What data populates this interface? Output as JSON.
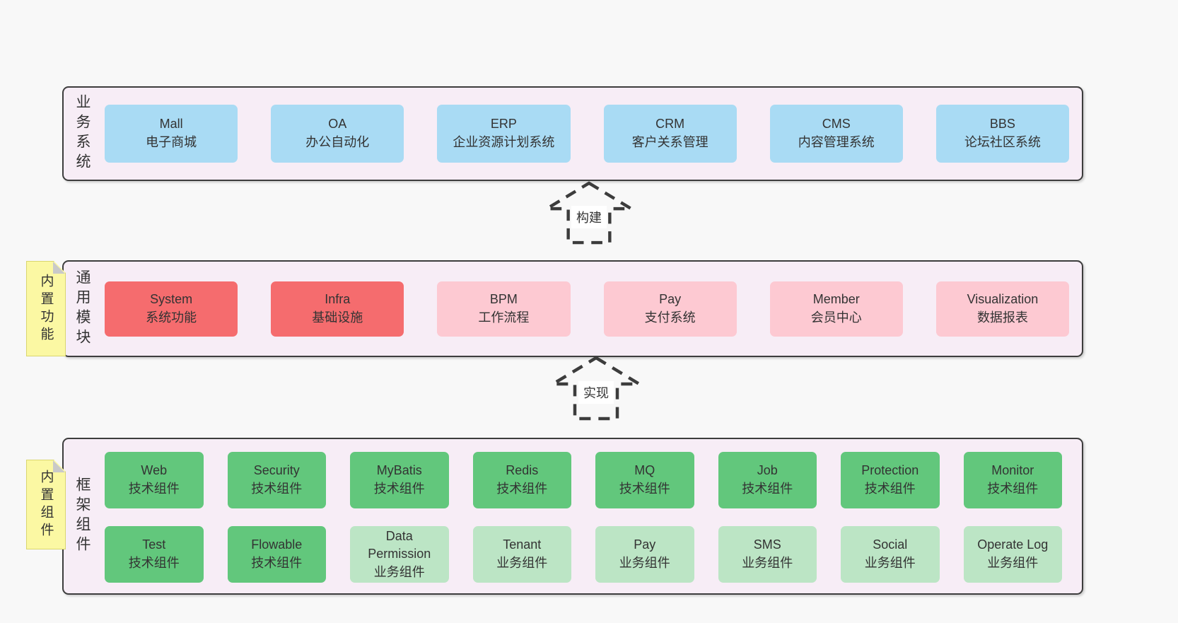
{
  "colors": {
    "page_bg": "#f8f8f8",
    "panel_bg": "#f7edf6",
    "panel_border": "#3d3d3d",
    "box_blue": "#a9dbf4",
    "box_red": "#f56c6e",
    "box_pink": "#fdc9d2",
    "box_green": "#62c77c",
    "box_light_green": "#bce5c5",
    "sticky_bg": "#fbf8a3",
    "sticky_border": "#d9d66f",
    "sticky_fold": "#c9c9c9",
    "arrow_stroke": "#3c3c3c",
    "text": "#333333"
  },
  "arrows": {
    "build": {
      "label": "构建"
    },
    "implement": {
      "label": "实现"
    }
  },
  "sections": {
    "business": {
      "label": "业务系统",
      "boxes": [
        {
          "title": "Mall",
          "subtitle": "电子商城",
          "variant": "blue"
        },
        {
          "title": "OA",
          "subtitle": "办公自动化",
          "variant": "blue"
        },
        {
          "title": "ERP",
          "subtitle": "企业资源计划系统",
          "variant": "blue"
        },
        {
          "title": "CRM",
          "subtitle": "客户关系管理",
          "variant": "blue"
        },
        {
          "title": "CMS",
          "subtitle": "内容管理系统",
          "variant": "blue"
        },
        {
          "title": "BBS",
          "subtitle": "论坛社区系统",
          "variant": "blue"
        }
      ]
    },
    "modules": {
      "label": "通用模块",
      "sticky": "内置功能",
      "boxes": [
        {
          "title": "System",
          "subtitle": "系统功能",
          "variant": "red"
        },
        {
          "title": "Infra",
          "subtitle": "基础设施",
          "variant": "red"
        },
        {
          "title": "BPM",
          "subtitle": "工作流程",
          "variant": "pink"
        },
        {
          "title": "Pay",
          "subtitle": "支付系统",
          "variant": "pink"
        },
        {
          "title": "Member",
          "subtitle": "会员中心",
          "variant": "pink"
        },
        {
          "title": "Visualization",
          "subtitle": "数据报表",
          "variant": "pink"
        }
      ]
    },
    "components": {
      "label": "框架组件",
      "sticky": "内置组件",
      "row1": [
        {
          "title": "Web",
          "subtitle": "技术组件",
          "variant": "green"
        },
        {
          "title": "Security",
          "subtitle": "技术组件",
          "variant": "green"
        },
        {
          "title": "MyBatis",
          "subtitle": "技术组件",
          "variant": "green"
        },
        {
          "title": "Redis",
          "subtitle": "技术组件",
          "variant": "green"
        },
        {
          "title": "MQ",
          "subtitle": "技术组件",
          "variant": "green"
        },
        {
          "title": "Job",
          "subtitle": "技术组件",
          "variant": "green"
        },
        {
          "title": "Protection",
          "subtitle": "技术组件",
          "variant": "green"
        },
        {
          "title": "Monitor",
          "subtitle": "技术组件",
          "variant": "green"
        }
      ],
      "row2": [
        {
          "title": "Test",
          "subtitle": "技术组件",
          "variant": "green"
        },
        {
          "title": "Flowable",
          "subtitle": "技术组件",
          "variant": "green"
        },
        {
          "title": "Data Permission",
          "subtitle": "业务组件",
          "variant": "light-green"
        },
        {
          "title": "Tenant",
          "subtitle": "业务组件",
          "variant": "light-green"
        },
        {
          "title": "Pay",
          "subtitle": "业务组件",
          "variant": "light-green"
        },
        {
          "title": "SMS",
          "subtitle": "业务组件",
          "variant": "light-green"
        },
        {
          "title": "Social",
          "subtitle": "业务组件",
          "variant": "light-green"
        },
        {
          "title": "Operate Log",
          "subtitle": "业务组件",
          "variant": "light-green"
        }
      ]
    }
  }
}
